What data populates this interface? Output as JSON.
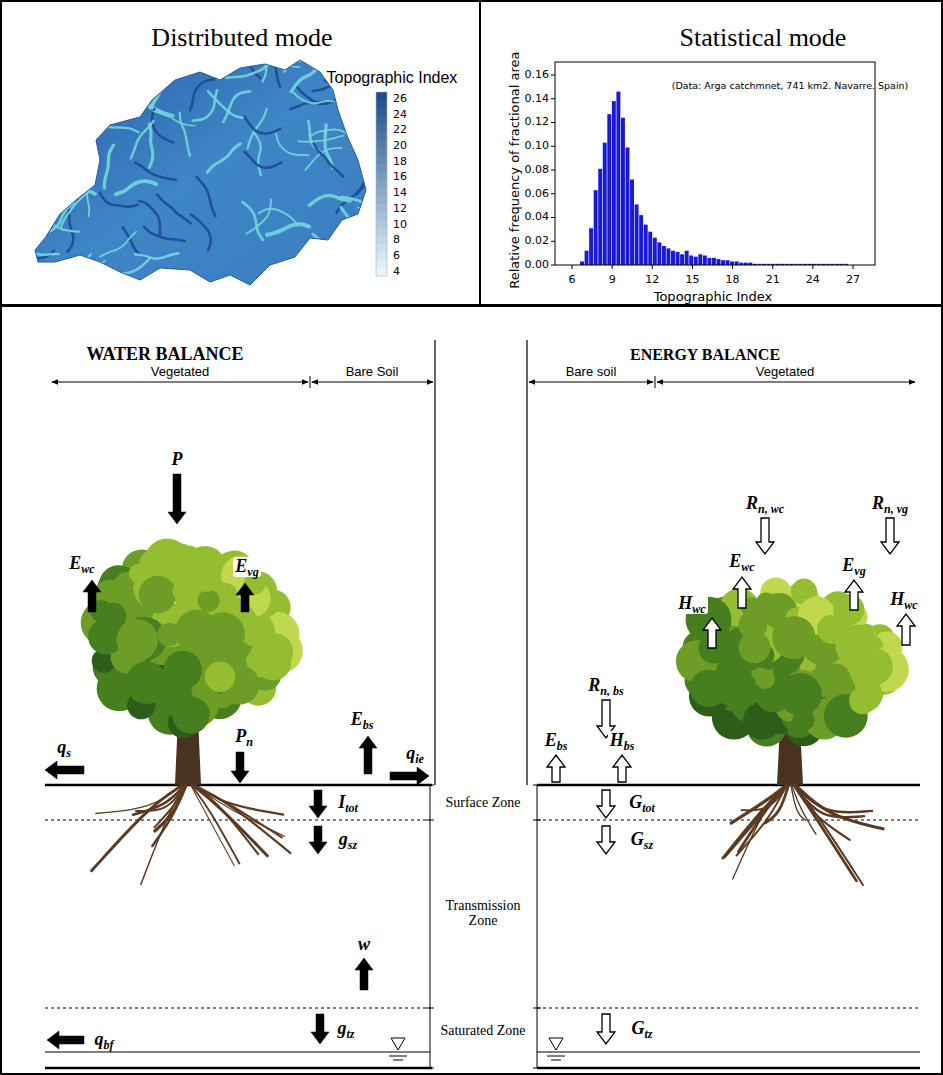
{
  "diagram": {
    "nodes": [
      {
        "text": [
          "Distributed mode"
        ]
      },
      {
        "text": [
          "Statistical mode"
        ]
      }
    ],
    "labels": [
      "26",
      "24",
      "22",
      "20",
      "18",
      "16",
      "14",
      "12",
      "10",
      "8",
      "6",
      "4",
      "Topographic Index",
      "(Data: Arga catchmnet, 741 km2. Navarre. Spain)",
      "0.16",
      "0.14",
      "0.12",
      "0.10",
      "0.08",
      "0.06",
      "0.04",
      "0.02",
      "0.00",
      "Relative frequency of fractional area",
      "6",
      "9",
      "12",
      "15",
      "18",
      "21",
      "24",
      "27",
      "Topographic Index",
      "WATER BALANCE",
      "ENERGY BALANCE",
      "Vegetated",
      "Bare Soil",
      "Bare soil",
      "Vegetated",
      "P",
      "Ewc",
      "Evg",
      "Pn",
      "Ebs",
      "qie",
      "qs",
      "Itot",
      "gsz",
      "w",
      "gtz",
      "qbf",
      "Surface Zone",
      "Transmission Zone",
      "Saturated Zone",
      "Rn, bs",
      "Ebs",
      "Hbs",
      "Gtot",
      "Gsz",
      "Gtz",
      "Rn, wc",
      "Rn, vg",
      "Hwc",
      "Ewc",
      "Evg",
      "Hwc"
    ]
  }
}
